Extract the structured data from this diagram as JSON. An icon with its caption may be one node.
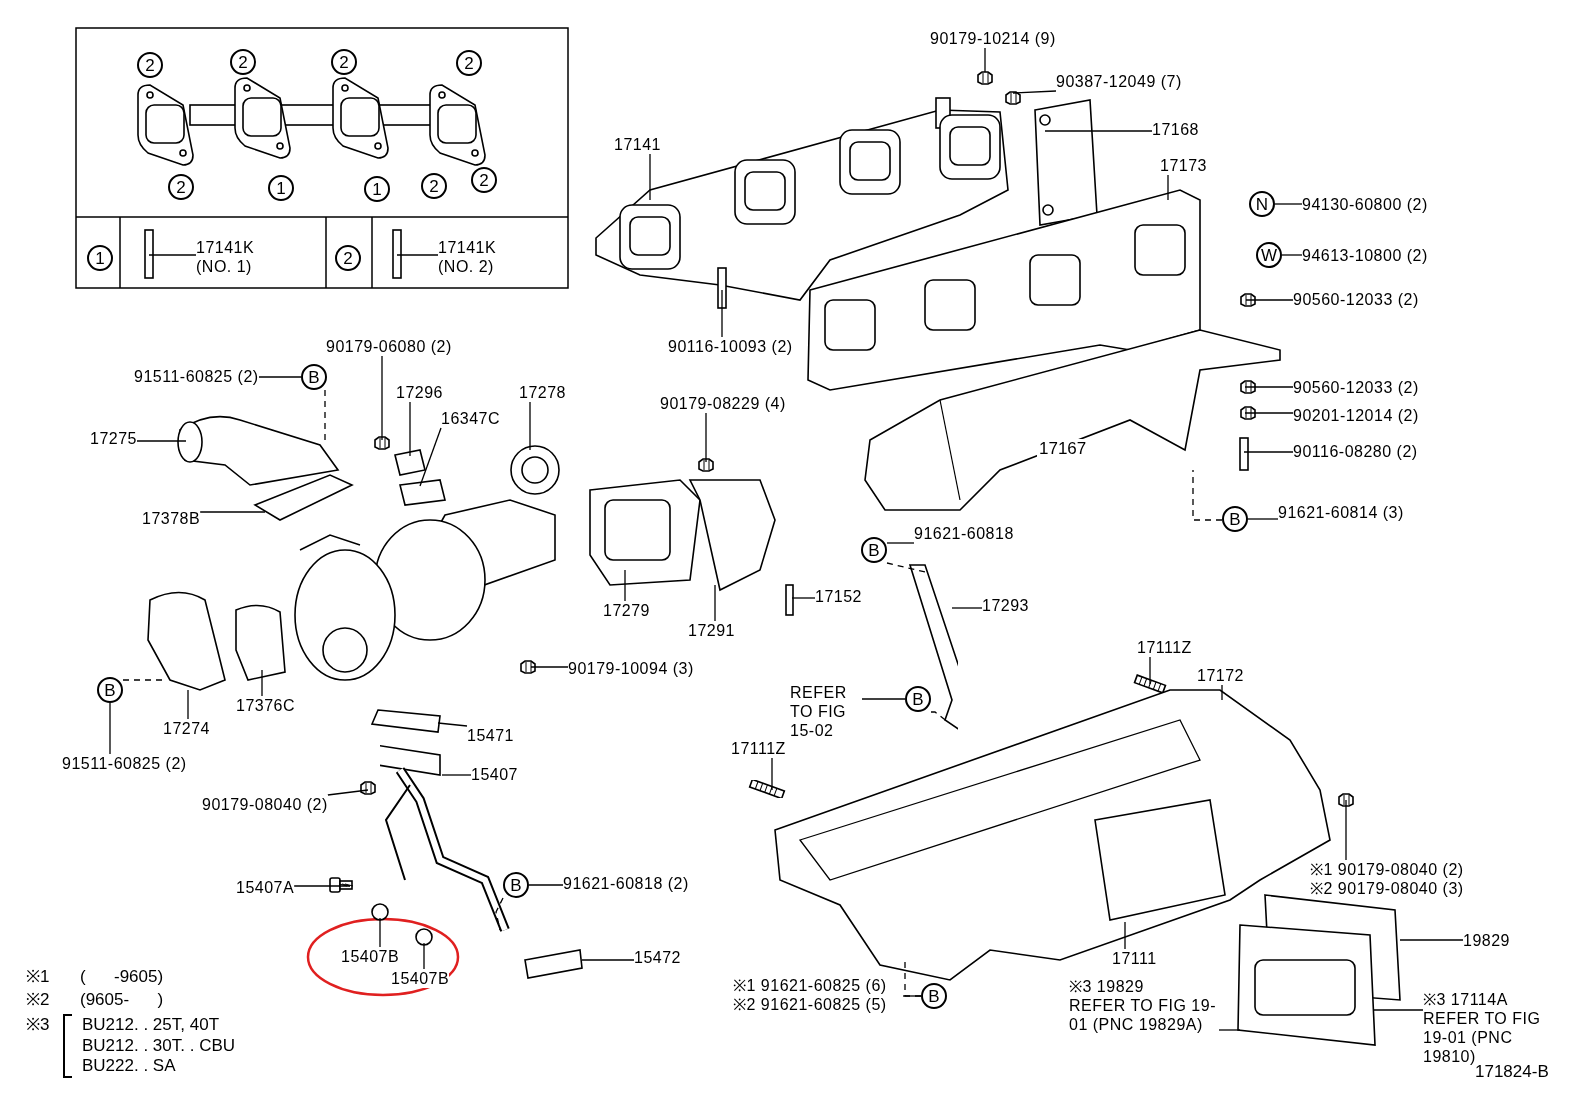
{
  "diagram": {
    "nodes": [
      {
        "text": [
          "17141K",
          "(NO. 1)"
        ]
      },
      {
        "text": [
          "17141K",
          "(NO. 2)"
        ]
      },
      {
        "text": [
          "90179-10214 (9)"
        ]
      },
      {
        "text": [
          "90387-12049 (7)"
        ]
      },
      {
        "text": [
          "17168"
        ]
      },
      {
        "text": [
          "17141"
        ]
      },
      {
        "text": [
          "17173"
        ]
      },
      {
        "text": [
          "N"
        ]
      },
      {
        "text": [
          "94130-60800 (2)"
        ]
      },
      {
        "text": [
          "W"
        ]
      },
      {
        "text": [
          "94613-10800 (2)"
        ]
      },
      {
        "text": [
          "90560-12033 (2)"
        ]
      },
      {
        "text": [
          "90116-10093 (2)"
        ]
      },
      {
        "text": [
          "90179-06080 (2)"
        ]
      },
      {
        "text": [
          "91511-60825 (2)"
        ]
      },
      {
        "text": [
          "B"
        ]
      },
      {
        "text": [
          "17296"
        ]
      },
      {
        "text": [
          "17278"
        ]
      },
      {
        "text": [
          "16347C"
        ]
      },
      {
        "text": [
          "17275"
        ]
      },
      {
        "text": [
          "90179-08229 (4)"
        ]
      },
      {
        "text": [
          "90560-12033 (2)"
        ]
      },
      {
        "text": [
          "90201-12014 (2)"
        ]
      },
      {
        "text": [
          "90116-08280 (2)"
        ]
      },
      {
        "text": [
          "17378B"
        ]
      },
      {
        "text": [
          "B"
        ]
      },
      {
        "text": [
          "91621-60814 (3)"
        ]
      },
      {
        "text": [
          "B"
        ]
      },
      {
        "text": [
          "91621-60818"
        ]
      },
      {
        "text": [
          "17293"
        ]
      },
      {
        "text": [
          "17152"
        ]
      },
      {
        "text": [
          "17279"
        ]
      },
      {
        "text": [
          "17291"
        ]
      },
      {
        "text": [
          "90179-10094 (3)"
        ]
      },
      {
        "text": [
          "17111Z"
        ]
      },
      {
        "text": [
          "17172"
        ]
      },
      {
        "text": [
          "REFER TO FIG 15-02"
        ]
      },
      {
        "text": [
          "B"
        ]
      },
      {
        "text": [
          "17274"
        ]
      },
      {
        "text": [
          "B"
        ]
      },
      {
        "text": [
          "91511-60825 (2)"
        ]
      },
      {
        "text": [
          "17376C"
        ]
      },
      {
        "text": [
          "15471"
        ]
      },
      {
        "text": [
          "17111Z"
        ]
      },
      {
        "text": [
          "15407"
        ]
      },
      {
        "text": [
          "90179-08040 (2)"
        ]
      },
      {
        "text": [
          "※1 90179-08040 (2)",
          "※2 90179-08040 (3)"
        ]
      },
      {
        "text": [
          "15407A"
        ]
      },
      {
        "text": [
          "B"
        ]
      },
      {
        "text": [
          "91621-60818 (2)"
        ]
      },
      {
        "text": [
          "19829"
        ]
      },
      {
        "text": [
          "15407B"
        ]
      },
      {
        "text": [
          "15407B"
        ]
      },
      {
        "text": [
          "15472"
        ]
      },
      {
        "text": [
          "17111"
        ]
      },
      {
        "text": [
          "※1 91621-60825 (6)",
          "※2 91621-60825 (5)"
        ]
      },
      {
        "text": [
          "B"
        ]
      },
      {
        "text": [
          "※3 19829",
          "REFER TO FIG 19-01 (PNC 19829A)"
        ]
      },
      {
        "text": [
          "※3 17114A",
          "REFER TO FIG 19-01 (PNC 19810)"
        ]
      },
      {
        "text": [
          "2"
        ]
      },
      {
        "text": [
          "2"
        ]
      },
      {
        "text": [
          "2"
        ]
      },
      {
        "text": [
          "2"
        ]
      },
      {
        "text": [
          "2"
        ]
      },
      {
        "text": [
          "1"
        ]
      },
      {
        "text": [
          "1"
        ]
      },
      {
        "text": [
          "2"
        ]
      },
      {
        "text": [
          "2"
        ]
      },
      {
        "text": [
          "1"
        ]
      },
      {
        "text": [
          "2"
        ]
      },
      {
        "text": [],
        "shape": "picture"
      },
      {
        "text": [],
        "shape": "picture"
      },
      {
        "text": [],
        "shape": "picture"
      },
      {
        "text": [],
        "shape": "picture"
      },
      {
        "text": [],
        "shape": "picture"
      },
      {
        "text": [],
        "shape": "picture"
      },
      {
        "text": [],
        "shape": "picture"
      },
      {
        "text": [],
        "shape": "picture"
      },
      {
        "text": [],
        "shape": "picture"
      },
      {
        "text": [],
        "shape": "picture"
      },
      {
        "text": [],
        "shape": "picture"
      },
      {
        "text": [],
        "shape": "picture"
      },
      {
        "text": [],
        "shape": "picture"
      },
      {
        "text": [],
        "shape": "picture"
      },
      {
        "text": [],
        "shape": "picture"
      },
      {
        "text": [],
        "shape": "picture"
      },
      {
        "text": [],
        "shape": "picture"
      },
      {
        "text": [],
        "shape": "picture"
      },
      {
        "text": [],
        "shape": "picture"
      },
      {
        "text": [],
        "shape": "picture"
      },
      {
        "text": [],
        "shape": "picture"
      },
      {
        "text": [],
        "shape": "picture"
      },
      {
        "text": [],
        "shape": "picture"
      },
      {
        "text": [],
        "shape": "picture"
      },
      {
        "text": [],
        "shape": "picture"
      },
      {
        "text": [],
        "shape": "picture"
      },
      {
        "text": [],
        "shape": "picture"
      },
      {
        "text": [],
        "shape": "picture"
      },
      {
        "text": [],
        "shape": "picture"
      },
      {
        "text": [],
        "shape": "picture"
      },
      {
        "text": [],
        "shape": "picture"
      },
      {
        "text": [],
        "shape": "picture"
      },
      {
        "text": [],
        "shape": "picture"
      },
      {
        "text": [],
        "shape": "picture"
      },
      {
        "text": [],
        "shape": "picture"
      },
      {
        "text": [],
        "shape": "picture"
      },
      {
        "text": [],
        "shape": "picture"
      },
      {
        "text": [],
        "shape": "picture"
      },
      {
        "text": [],
        "shape": "picture"
      },
      {
        "text": [],
        "shape": "picture"
      }
    ],
    "edges": [
      {
        "from": 0,
        "to": 70,
        "arrow": "none"
      },
      {
        "from": 1,
        "to": 71,
        "arrow": "none"
      },
      {
        "from": 2,
        "to": 72,
        "arrow": "none"
      },
      {
        "from": 3,
        "to": 73,
        "arrow": "none"
      },
      {
        "from": 4,
        "to": 74,
        "arrow": "none"
      },
      {
        "from": 5,
        "to": 75,
        "arrow": "none"
      },
      {
        "from": 6,
        "to": 76,
        "arrow": "none"
      },
      {
        "from": 8,
        "to": 7,
        "arrow": "none"
      },
      {
        "from": 10,
        "to": 9,
        "arrow": "none"
      },
      {
        "from": 11,
        "to": 77,
        "arrow": "none"
      },
      {
        "from": 12,
        "to": 78,
        "arrow": "none"
      },
      {
        "from": 13,
        "to": 79,
        "arrow": "none"
      },
      {
        "from": 14,
        "to": 15,
        "arrow": "none"
      },
      {
        "from": 15,
        "to": 80,
        "arrow": "none",
        "style": "dashed"
      },
      {
        "from": 16,
        "to": 81,
        "arrow": "none"
      },
      {
        "from": 17,
        "to": 82,
        "arrow": "none"
      },
      {
        "from": 18,
        "to": 83,
        "arrow": "none"
      },
      {
        "from": 19,
        "to": 80,
        "arrow": "none"
      },
      {
        "from": 20,
        "to": 84,
        "arrow": "none"
      },
      {
        "from": 21,
        "to": 85,
        "arrow": "none"
      },
      {
        "from": 22,
        "to": 86,
        "arrow": "none"
      },
      {
        "from": 23,
        "to": 87,
        "arrow": "none"
      },
      {
        "from": 24,
        "to": 88,
        "arrow": "none"
      },
      {
        "from": 26,
        "to": 25,
        "arrow": "none"
      },
      {
        "from": 25,
        "to": 89,
        "arrow": "none",
        "style": "dashed"
      },
      {
        "from": 28,
        "to": 27,
        "arrow": "none"
      },
      {
        "from": 27,
        "to": 90,
        "arrow": "none",
        "style": "dashed"
      },
      {
        "from": 29,
        "to": 90,
        "arrow": "none"
      },
      {
        "from": 30,
        "to": 91,
        "arrow": "none"
      },
      {
        "from": 31,
        "to": 92,
        "arrow": "none"
      },
      {
        "from": 32,
        "to": 93,
        "arrow": "none"
      },
      {
        "from": 33,
        "to": 94,
        "arrow": "none"
      },
      {
        "from": 34,
        "to": 95,
        "arrow": "none"
      },
      {
        "from": 35,
        "to": 96,
        "arrow": "none"
      },
      {
        "from": 36,
        "to": 37,
        "arrow": "none"
      },
      {
        "from": 37,
        "to": 90,
        "arrow": "none",
        "style": "dashed"
      },
      {
        "from": 38,
        "to": 97,
        "arrow": "none"
      },
      {
        "from": 40,
        "to": 39,
        "arrow": "none"
      },
      {
        "from": 39,
        "to": 97,
        "arrow": "none",
        "style": "dashed"
      },
      {
        "from": 41,
        "to": 98,
        "arrow": "none"
      },
      {
        "from": 42,
        "to": 99,
        "arrow": "none"
      },
      {
        "from": 43,
        "to": 100,
        "arrow": "none"
      },
      {
        "from": 44,
        "to": 101,
        "arrow": "none"
      },
      {
        "from": 45,
        "to": 102,
        "arrow": "none"
      },
      {
        "from": 46,
        "to": 103,
        "arrow": "none"
      },
      {
        "from": 47,
        "to": 104,
        "arrow": "none"
      },
      {
        "from": 49,
        "to": 48,
        "arrow": "none"
      },
      {
        "from": 48,
        "to": 101,
        "arrow": "none",
        "style": "dashed"
      },
      {
        "from": 50,
        "to": 105,
        "arrow": "none"
      },
      {
        "from": 51,
        "to": 106,
        "arrow": "none"
      },
      {
        "from": 52,
        "to": 107,
        "arrow": "none"
      },
      {
        "from": 53,
        "to": 108,
        "arrow": "none"
      },
      {
        "from": 54,
        "to": 96,
        "arrow": "none"
      },
      {
        "from": 55,
        "to": 56,
        "arrow": "none"
      },
      {
        "from": 56,
        "to": 96,
        "arrow": "none",
        "style": "dashed"
      },
      {
        "from": 57,
        "to": 109,
        "arrow": "none"
      },
      {
        "from": 58,
        "to": 109,
        "arrow": "none"
      }
    ],
    "labels": [
      "17167",
      "※1",
      "(      -9605)",
      "※2",
      "(9605-      )",
      "※3",
      "BU212. . 25T, 40T",
      "BU212. . 30T. . CBU",
      "BU222. . SA",
      "171824-B"
    ]
  }
}
